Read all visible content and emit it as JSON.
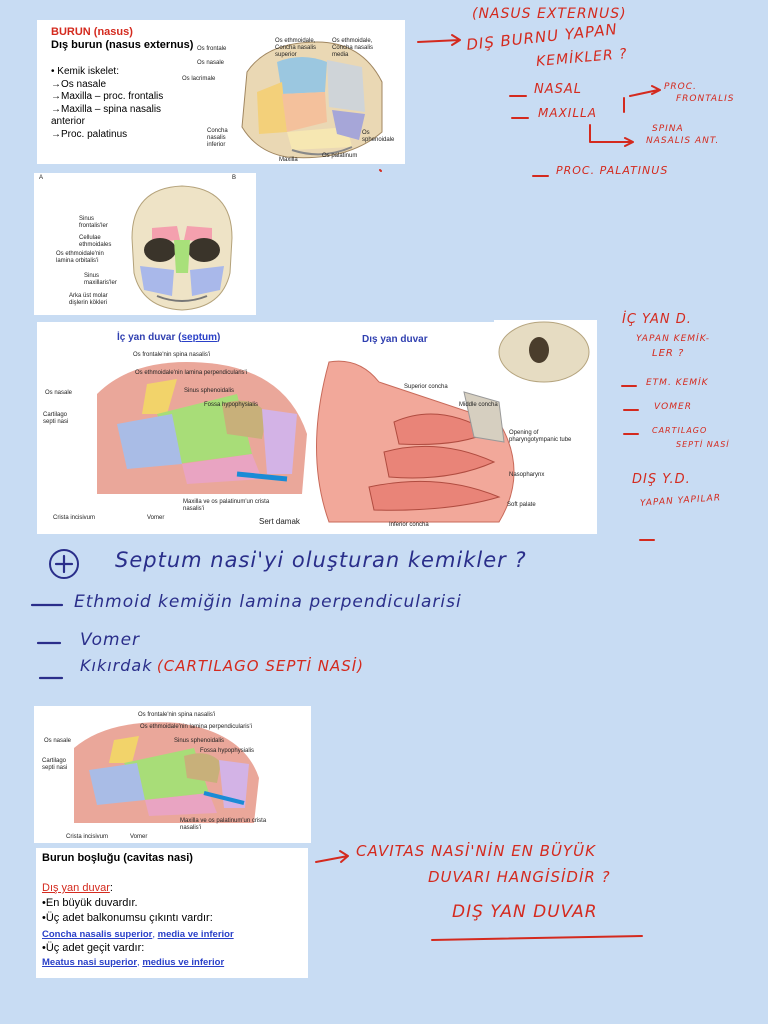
{
  "card1": {
    "title_red": "BURUN (nasus)",
    "title_black": "Dış burun (nasus externus)",
    "bullet": "Kemik iskelet:",
    "items": [
      "Os nasale",
      "Maxilla – proc. frontalis",
      "Maxilla – spina nasalis anterior",
      "Proc. palatinus"
    ],
    "labels": {
      "os_frontale": "Os frontale",
      "os_nasale": "Os nasale",
      "os_lacrimale": "Os lacrimale",
      "concha_nasalis_inferior": "Concha nasalis inferior",
      "maxilla": "Maxilla",
      "os_ethmoidale_superior": "Os ethmoidale, Concha nasalis superior",
      "os_ethmoidale_media": "Os ethmoidale, Concha nasalis media",
      "os_sphenoidale": "Os sphenoidale",
      "os_palatinum": "Os palatinum"
    }
  },
  "card2": {
    "letter_a": "A",
    "letter_b": "B",
    "labels": {
      "sinus_frontales": "Sinus frontalis'ler",
      "cellulae": "Cellulae ethmoidales",
      "lamina": "Os ethmoidale'nin lamina orbitalis'i",
      "sinus_maxillaris": "Sinus maxillaris'ler",
      "molar": "Arka üst molar dişlerin kökleri"
    }
  },
  "card3": {
    "ic_prefix": "İç yan duvar (",
    "ic_link": "septum",
    "ic_suffix": ")",
    "dis_title": "Dış yan duvar",
    "labels": {
      "spina": "Os frontale'nin spina nasalis'i",
      "lamina_perp": "Os ethmoidale'nin lamina perpendicularis'i",
      "os_nasale": "Os nasale",
      "sinus_sph": "Sinus sphenoidalis",
      "fossa": "Fossa hypophysialis",
      "cartilago": "Cartilago septi nasi",
      "crista_incisivum": "Crista incisivum",
      "vomer": "Vomer",
      "maxilla_crista": "Maxilla ve os palatinum'un crista nasalis'i",
      "sert_damak": "Sert damak",
      "sup_concha": "Superior concha",
      "mid_concha": "Middle concha",
      "opening": "Opening of pharyngotympanic tube",
      "nasopharynx": "Nasopharynx",
      "soft_palate": "Soft palate",
      "inf_concha": "Inferior concha"
    }
  },
  "card4": {
    "labels": {
      "spina": "Os frontale'nin spina nasalis'i",
      "lamina_perp": "Os ethmoidale'nin lamina perpendicularis'i",
      "sinus_sph": "Sinus sphenoidalis",
      "fossa": "Fossa hypophysialis",
      "os_nasale": "Os nasale",
      "cartilago": "Cartilago septi nasi",
      "maxilla_crista": "Maxilla ve os palatinum'un crista nasalis'i",
      "crista_incisivum": "Crista incisivum",
      "vomer": "Vomer"
    }
  },
  "card5": {
    "title": "Burun boşluğu (cavitas nasi)",
    "subtitle": "Dış yan duvar",
    "colon": ":",
    "line1": "•En büyük duvardır.",
    "line2": "•Üç adet balkonumsu çıkıntı vardır:",
    "line3_a": "Concha nasalis superior",
    "line3_b": ", ",
    "line3_c": "media ve inferior",
    "line4": "•Üç adet geçit vardır:",
    "line5_a": "Meatus nasi superior",
    "line5_b": ", ",
    "line5_c": "medius ve inferior"
  },
  "notes": {
    "n1": "(NASUS EXTERNUS)",
    "n2": "DIŞ BURNU YAPAN",
    "n3": "KEMİKLER ?",
    "n4": "NASAL",
    "n5": "MAXILLA",
    "n6a": "PROC.",
    "n6b": "FRONTALIS",
    "n7a": "SPINA",
    "n7b": "NASALIS ANT.",
    "n8": "PROC. PALATINUS",
    "r1": "İÇ YAN D.",
    "r2": "YAPAN KEMİK-",
    "r3": "LER ?",
    "r4": "ETM. KEMİK",
    "r5": "VOMER",
    "r6a": "CARTILAGO",
    "r6b": "SEPTİ NASİ",
    "r7": "DIŞ Y.D.",
    "r8": "YAPAN YAPILAR",
    "b1": "Septum nasi'yi oluşturan kemikler ?",
    "b2": "Ethmoid kemiğin lamina perpendicularisi",
    "b3": "Vomer",
    "b4a": "Kıkırdak",
    "b4b": "(CARTILAGO SEPTİ NASİ)",
    "c1": "CAVITAS NASİ'NİN EN BÜYÜK",
    "c2": "DUVARI HANGİSİDİR ?",
    "c3": "DIŞ YAN DUVAR"
  }
}
